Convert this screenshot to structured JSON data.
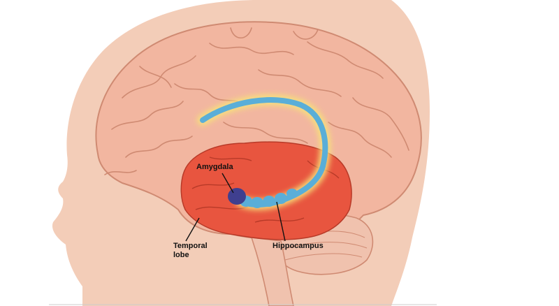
{
  "labels": {
    "amygdala": "Amygdala",
    "temporal_lobe_line1": "Temporal",
    "temporal_lobe_line2": "lobe",
    "hippocampus": "Hippocampus"
  },
  "colors": {
    "skin": "#f3cdb8",
    "skin_dark": "#e9b59b",
    "brain": "#f2b6a0",
    "brain_outline": "#cf8a72",
    "temporal_lobe": "#e8553f",
    "temporal_outline": "#b83a28",
    "hippocampus": "#5aaed8",
    "hippocampus_glow": "#f6e27a",
    "amygdala": "#3f3f8f",
    "cerebellum": "#f0c2ae",
    "bottom_rule": "#cccccc"
  }
}
